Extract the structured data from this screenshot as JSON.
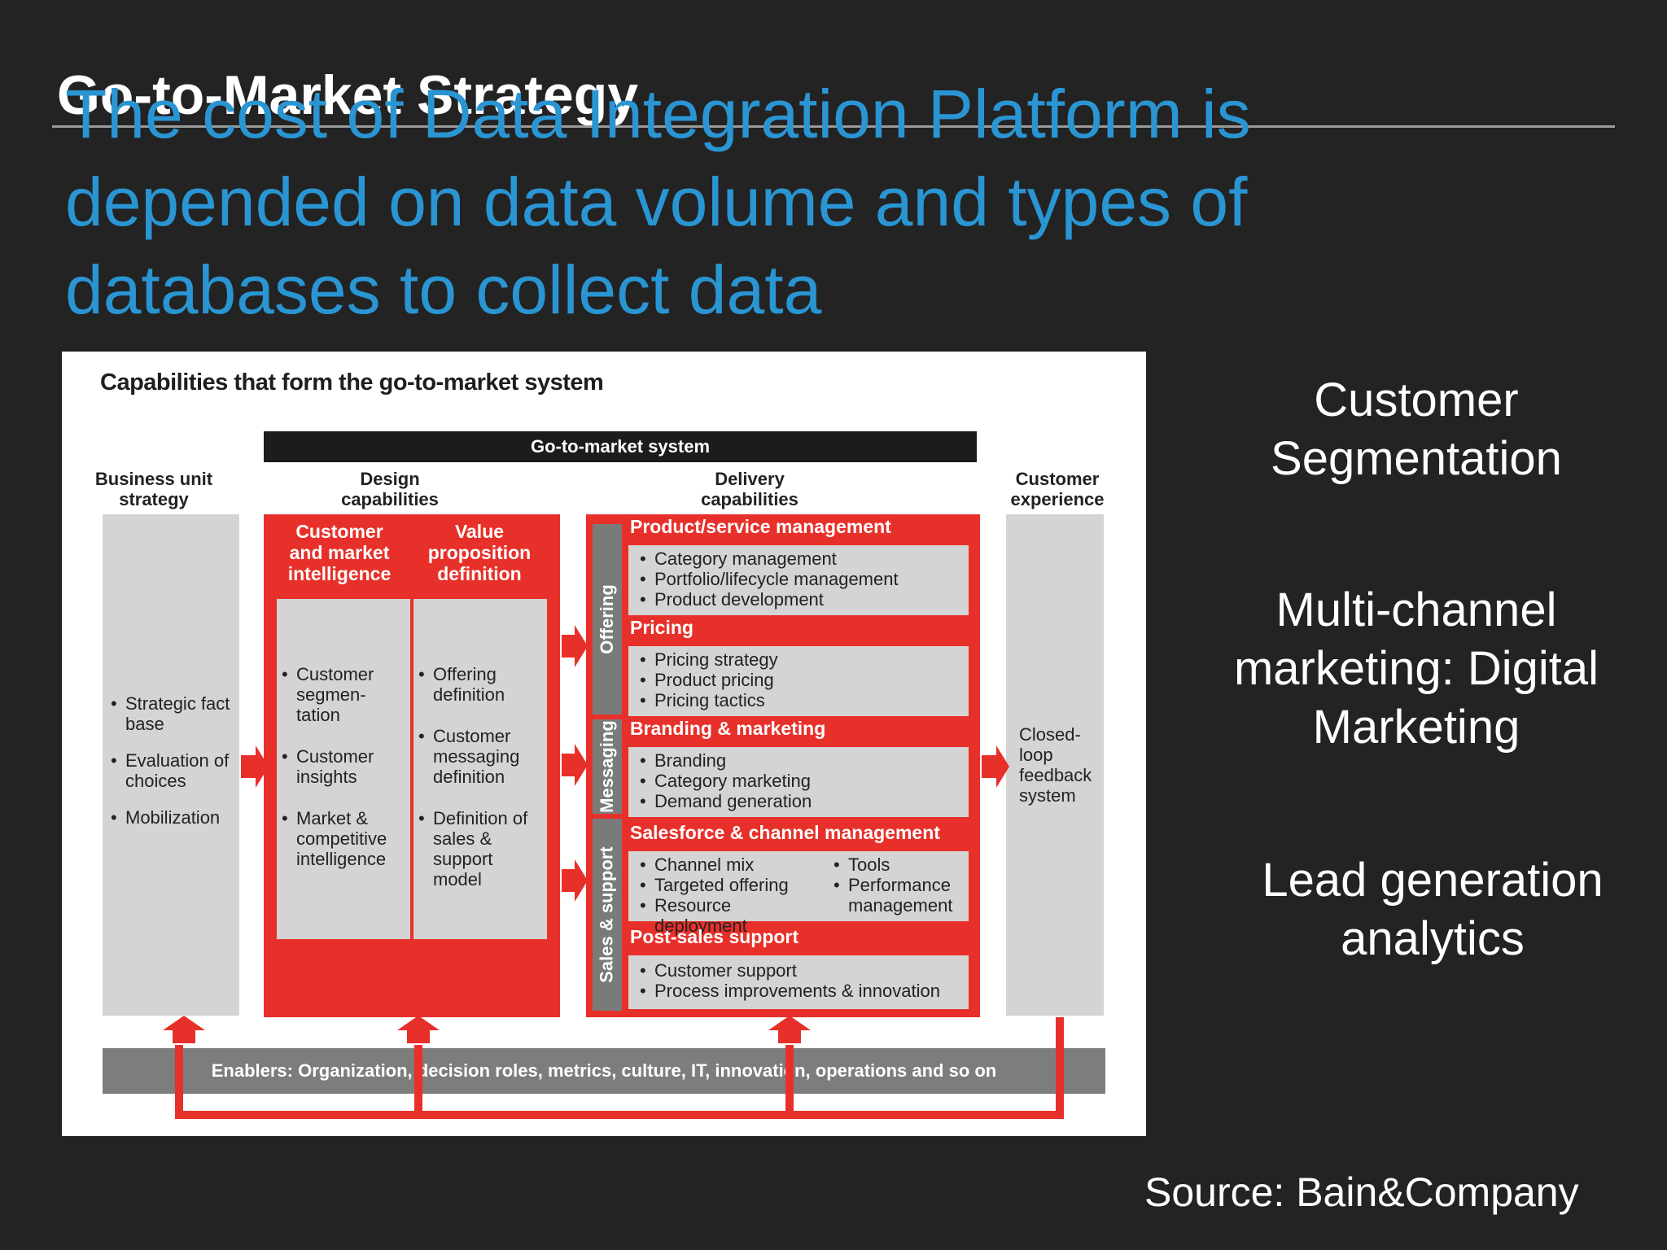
{
  "slide": {
    "title": "Go-to-Market Strategy",
    "headline": "The cost of Data Integration Platform is depended on data volume and types of databases to collect data",
    "side_items": [
      "Customer Segmentation",
      "Multi-channel marketing: Digital Marketing",
      "Lead generation analytics"
    ],
    "source": "Source: Bain&Company"
  },
  "figure": {
    "title": "Capabilities that form the go-to-market system",
    "gtm_label": "Go-to-market system",
    "columns": {
      "business": "Business unit strategy",
      "design": "Design capabilities",
      "delivery": "Delivery capabilities",
      "experience": "Customer experience"
    },
    "business_items": [
      "Strategic fact base",
      "Evaluation of choices",
      "Mobilization"
    ],
    "design": {
      "col1_header": "Customer and market intelligence",
      "col1_items": [
        "Customer segmen-tation",
        "Customer insights",
        "Market & competitive intelligence"
      ],
      "col2_header": "Value proposition definition",
      "col2_items": [
        "Offering definition",
        "Customer messaging definition",
        "Definition of sales & support model"
      ]
    },
    "delivery": {
      "tabs": [
        "Offering",
        "Messaging",
        "Sales & support"
      ],
      "sections": [
        {
          "header": "Product/service management",
          "items": [
            "Category management",
            "Portfolio/lifecycle management",
            "Product development"
          ]
        },
        {
          "header": "Pricing",
          "items": [
            "Pricing strategy",
            "Product pricing",
            "Pricing tactics"
          ]
        },
        {
          "header": "Branding & marketing",
          "items": [
            "Branding",
            "Category marketing",
            "Demand generation"
          ]
        },
        {
          "header": "Salesforce & channel management",
          "items": [
            "Channel mix",
            "Targeted offering",
            "Resource deployment"
          ],
          "items_right": [
            "Tools",
            "Performance management"
          ]
        },
        {
          "header": "Post-sales support",
          "items": [
            "Customer support",
            "Process improvements & innovation"
          ]
        }
      ]
    },
    "experience_text": "Closed-loop feedback system",
    "enablers": "Enablers: Organization, decision roles, metrics, culture, IT, innovation, operations and so on",
    "colors": {
      "red": "#e8302a",
      "gray_panel": "#d4d4d4",
      "tab_gray": "#7a7a7a",
      "bar_dark": "#1c1c1c",
      "headline_blue": "#2a95d3"
    }
  }
}
